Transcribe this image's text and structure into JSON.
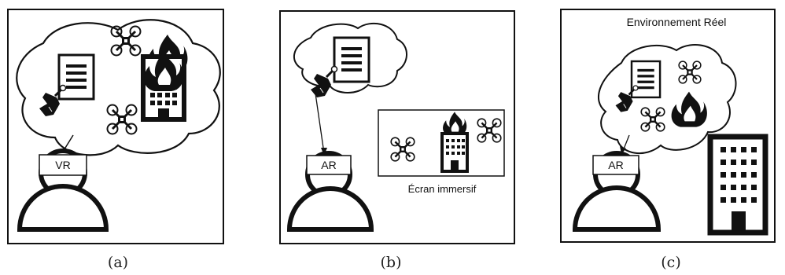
{
  "panels": [
    {
      "caption": "(a)",
      "headset_label": "VR",
      "title": "",
      "screen_label": ""
    },
    {
      "caption": "(b)",
      "headset_label": "AR",
      "title": "",
      "screen_label": "Écran immersif"
    },
    {
      "caption": "(c)",
      "headset_label": "AR",
      "title": "Environnement Réel",
      "screen_label": ""
    }
  ],
  "colors": {
    "stroke": "#111111",
    "fill": "#000000",
    "background": "#ffffff"
  },
  "icons": [
    "document-icon",
    "pointing-hand-icon",
    "drone-icon",
    "burning-building-icon",
    "fire-icon",
    "building-icon",
    "person-icon"
  ]
}
